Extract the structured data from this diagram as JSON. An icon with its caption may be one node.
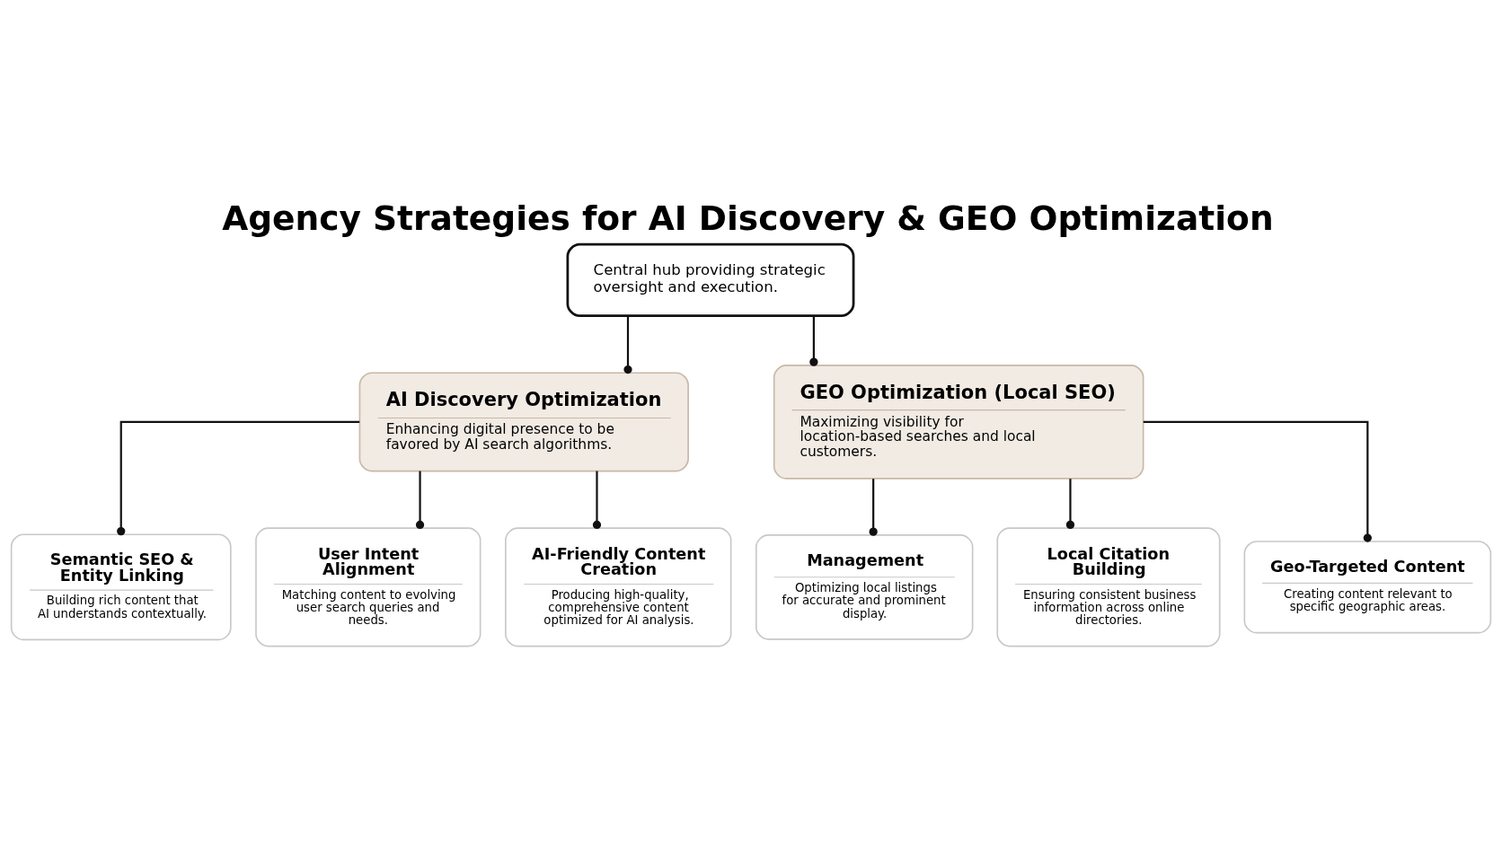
{
  "diagram": {
    "title": "Agency Strategies for AI Discovery & GEO Optimization",
    "nodes": [
      {
        "text": [
          "Central hub providing strategic oversight and execution."
        ]
      },
      {
        "text": [
          "AI Discovery Optimization",
          "Enhancing digital presence to be favored by AI search algorithms."
        ]
      },
      {
        "text": [
          "GEO Optimization (Local SEO)",
          "Maximizing visibility for location-based searches and local customers."
        ]
      },
      {
        "text": [
          "Semantic SEO & Entity Linking",
          "Building rich content that AI understands contextually."
        ]
      },
      {
        "text": [
          "User Intent Alignment",
          "Matching content to evolving user search queries and needs."
        ]
      },
      {
        "text": [
          "AI-Friendly Content Creation",
          "Producing high-quality, comprehensive content optimized for AI analysis."
        ]
      },
      {
        "text": [
          "Management",
          "Optimizing local listings for accurate and prominent display."
        ]
      },
      {
        "text": [
          "Local Citation Building",
          "Ensuring consistent business information across online directories."
        ]
      },
      {
        "text": [
          "Geo-Targeted Content",
          "Creating content relevant to specific geographic areas."
        ]
      }
    ],
    "edges": [
      {
        "from": 0,
        "to": 1,
        "arrow": "other"
      },
      {
        "from": 0,
        "to": 2,
        "arrow": "other"
      },
      {
        "from": 1,
        "to": 3,
        "arrow": "other"
      },
      {
        "from": 1,
        "to": 4,
        "arrow": "other"
      },
      {
        "from": 1,
        "to": 5,
        "arrow": "other"
      },
      {
        "from": 2,
        "to": 6,
        "arrow": "other"
      },
      {
        "from": 2,
        "to": 7,
        "arrow": "other"
      },
      {
        "from": 2,
        "to": 8,
        "arrow": "other"
      }
    ]
  }
}
